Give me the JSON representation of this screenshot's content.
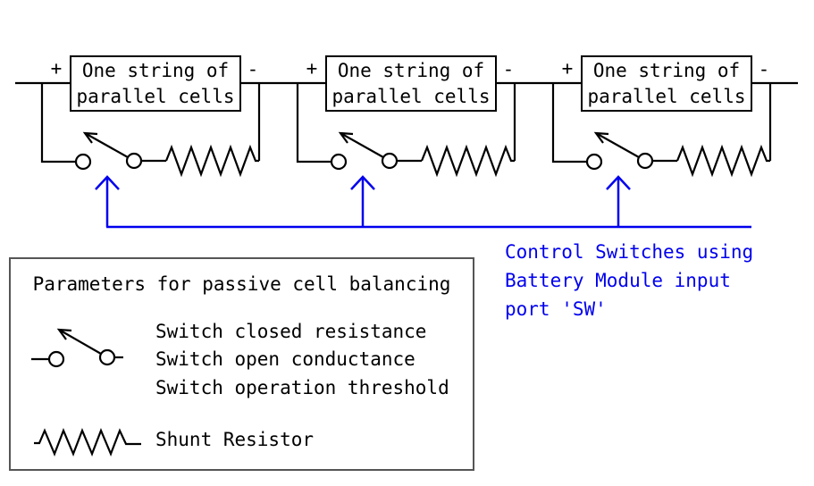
{
  "colors": {
    "wire": "#000000",
    "control": "#0000ee",
    "legend_border": "#555555",
    "background": "#ffffff"
  },
  "circuit": {
    "units": [
      {
        "plus": "+",
        "minus": "-",
        "label_line1": "One string of",
        "label_line2": "parallel cells"
      },
      {
        "plus": "+",
        "minus": "-",
        "label_line1": "One string of",
        "label_line2": "parallel cells"
      },
      {
        "plus": "+",
        "minus": "-",
        "label_line1": "One string of",
        "label_line2": "parallel cells"
      }
    ],
    "annotation": {
      "line1": "Control Switches using",
      "line2": "Battery Module input",
      "line3": "port 'SW'"
    }
  },
  "legend": {
    "title": "Parameters for passive cell balancing",
    "switch_items": [
      "Switch closed resistance",
      "Switch open conductance",
      "Switch operation threshold"
    ],
    "resistor_item": "Shunt Resistor"
  },
  "icons": {
    "switch": "switch-icon",
    "resistor": "resistor-icon",
    "control_arrow": "control-arrow-icon"
  }
}
